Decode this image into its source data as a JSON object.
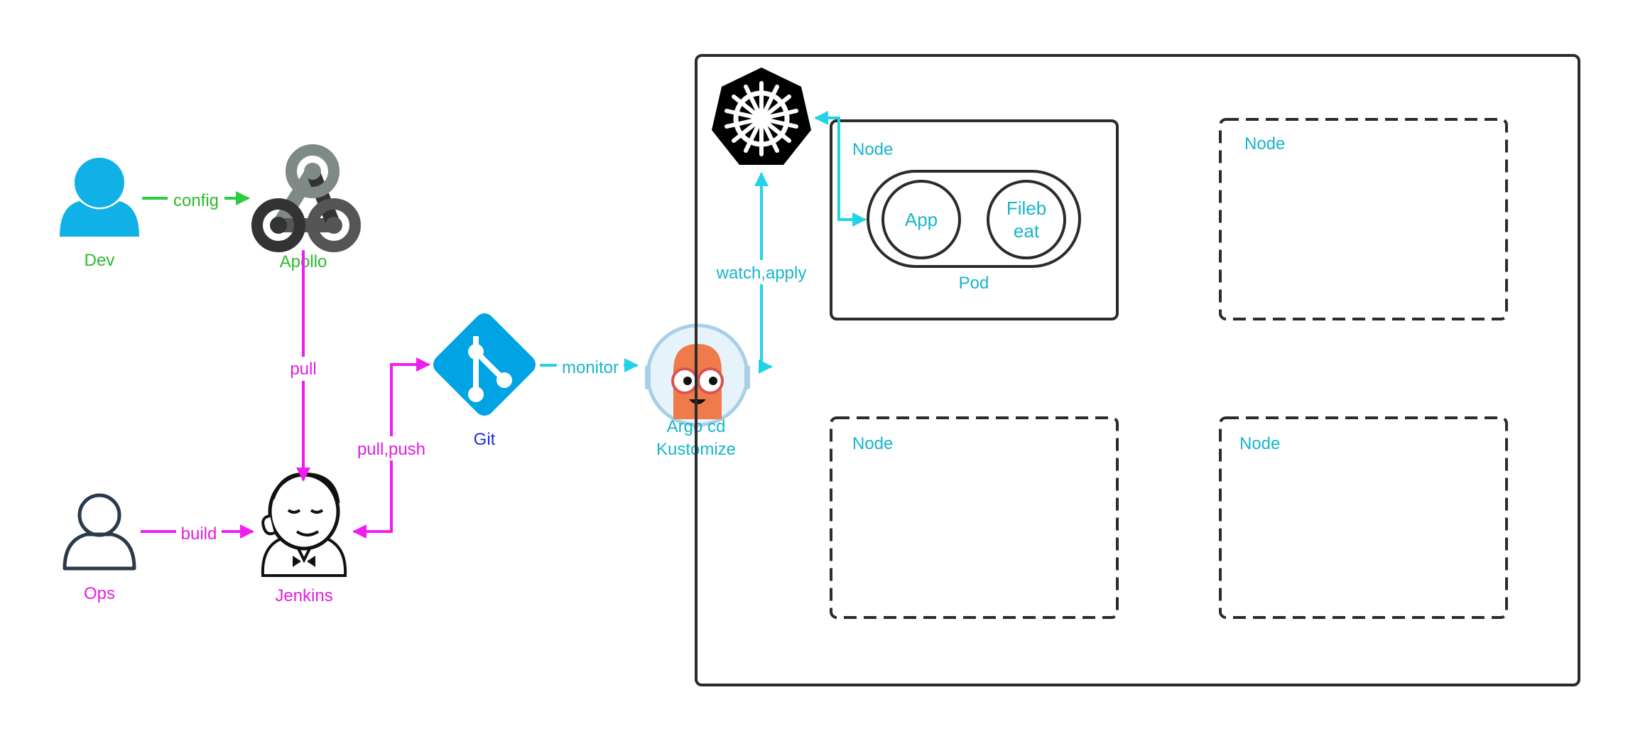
{
  "colors": {
    "green": "#2ecc40",
    "green_text": "#2cba2c",
    "magenta": "#f01df0",
    "magenta_text": "#e11ee1",
    "cyan": "#22d3e6",
    "cyan_text": "#17b5cb",
    "blue_text": "#1c2fd6",
    "user_blue": "#0fb1e6",
    "git_blue": "#00a4e4",
    "dark": "#2b2b2b"
  },
  "actors": {
    "dev": {
      "label": "Dev",
      "icon": "user-icon"
    },
    "ops": {
      "label": "Ops",
      "icon": "user-outline-icon"
    }
  },
  "tools": {
    "apollo": {
      "label": "Apollo",
      "icon": "webhook-icon"
    },
    "jenkins": {
      "label": "Jenkins",
      "icon": "jenkins-butler-icon"
    },
    "git": {
      "label": "Git",
      "icon": "git-icon"
    },
    "argo": {
      "label_line1": "Argo cd",
      "label_line2": "Kustomize",
      "icon": "argo-octopus-icon"
    },
    "kubernetes": {
      "icon": "kubernetes-helm-icon"
    }
  },
  "edges": {
    "config": "config",
    "pull": "pull",
    "build": "build",
    "pull_push": "pull,push",
    "monitor": "monitor",
    "watch_apply": "watch,apply"
  },
  "cluster": {
    "node_main": {
      "label": "Node"
    },
    "node_top_right": {
      "label": "Node"
    },
    "node_bottom_left": {
      "label": "Node"
    },
    "node_bottom_right": {
      "label": "Node"
    },
    "pod": {
      "label": "Pod",
      "containers": [
        {
          "label_line1": "App",
          "label_line2": ""
        },
        {
          "label_line1": "Fileb",
          "label_line2": "eat"
        }
      ]
    }
  }
}
